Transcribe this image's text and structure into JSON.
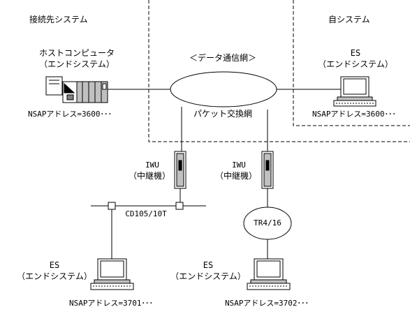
{
  "regions": {
    "remote_system": "接続先システム",
    "own_system": "自システム"
  },
  "network": {
    "title": "＜データ通信網＞",
    "name": "パケット交換網"
  },
  "host": {
    "name": "ホストコンピュータ",
    "subtitle": "（エンドシステム）",
    "nsap": "NSAPアドレス=3600･･･"
  },
  "es_own": {
    "name": "ES",
    "subtitle": "（エンドシステム）",
    "nsap": "NSAPアドレス=3600･･･"
  },
  "iwu_left": {
    "name": "IWU",
    "subtitle": "（中継機）"
  },
  "iwu_right": {
    "name": "IWU",
    "subtitle": "（中継機）"
  },
  "lan_bus": {
    "name": "CD105/10T"
  },
  "token_ring": {
    "name": "TR4/16"
  },
  "es_3701": {
    "name": "ES",
    "subtitle": "（エンドシステム）",
    "nsap": "NSAPアドレス=3701･･･"
  },
  "es_3702": {
    "name": "ES",
    "subtitle": "（エンドシステム）",
    "nsap": "NSAPアドレス=3702･･･"
  }
}
